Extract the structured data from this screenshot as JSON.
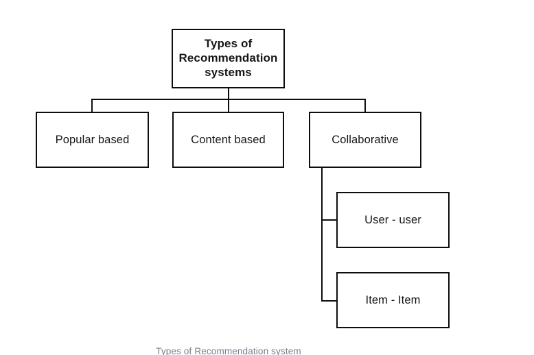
{
  "diagram": {
    "title": "Types of Recommendation systems",
    "caption": "Types of Recommendation system",
    "colors": {
      "background": "#ffffff",
      "box_border": "#0d0d0d",
      "box_fill": "#ffffff",
      "text": "#161616",
      "connector": "#0d0d0d",
      "caption_text": "#7b7b8c"
    },
    "root": {
      "label": "Types of\nRecommendation\nsystems"
    },
    "level2": [
      {
        "label": "Popular based"
      },
      {
        "label": "Content based"
      },
      {
        "label": "Collaborative"
      }
    ],
    "level3": [
      {
        "label": "User - user"
      },
      {
        "label": "Item - Item"
      }
    ]
  }
}
